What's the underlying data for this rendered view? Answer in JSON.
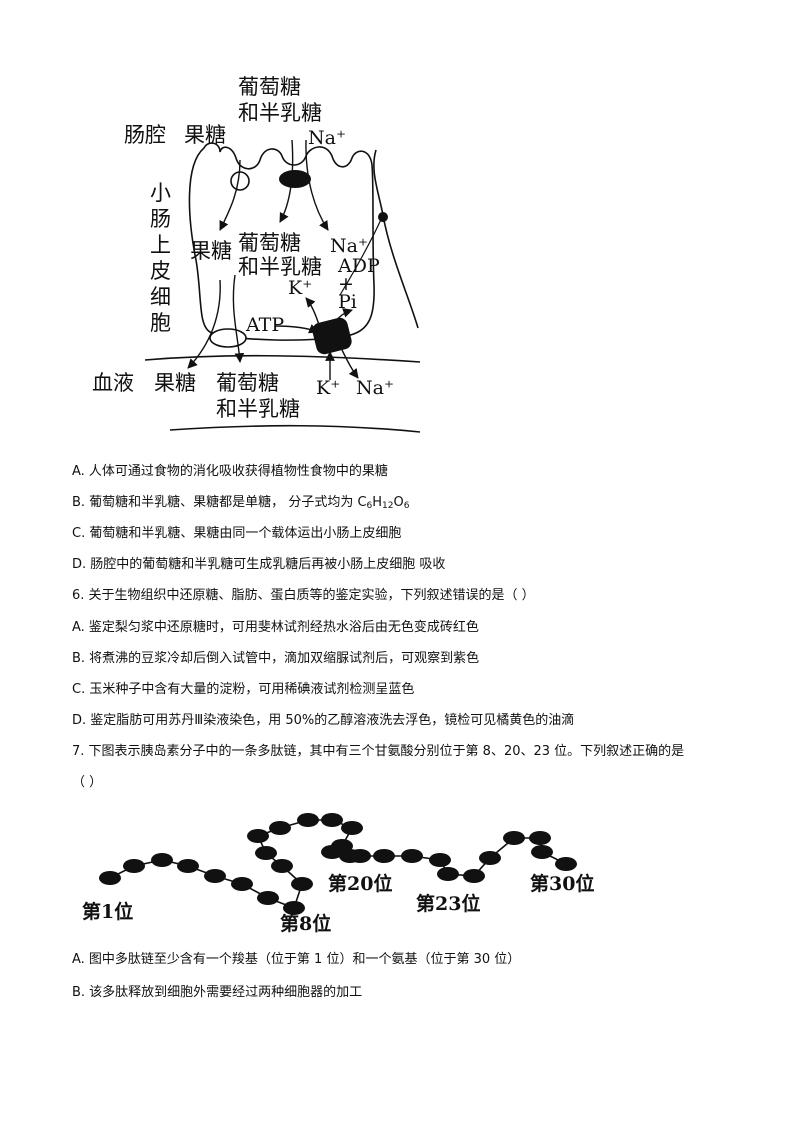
{
  "figure1": {
    "label_intestine": "肠腔",
    "label_fructose_top": "果糖",
    "label_gg_top_1": "葡萄糖",
    "label_gg_top_2": "和半乳糖",
    "label_na_top": "Na⁺",
    "label_cell": "小肠上皮细胞",
    "label_fructose_mid": "果糖",
    "label_gg_mid_1": "葡萄糖",
    "label_gg_mid_2": "和半乳糖",
    "label_na_mid": "Na⁺",
    "label_adp": "ADP",
    "label_plus": "+",
    "label_pi": "Pi",
    "label_k_mid": "K⁺",
    "label_atp": "ATP",
    "label_blood": "血液",
    "label_fructose_bottom": "果糖",
    "label_gg_bottom_1": "葡萄糖",
    "label_gg_bottom_2": "和半乳糖",
    "label_k_bottom": "K⁺",
    "label_na_bottom": "Na⁺"
  },
  "q5_options": {
    "a": "A.  人体可通过食物的消化吸收获得植物性食物中的果糖",
    "b_prefix": "B.  葡萄糖和半乳糖、果糖都是单糖， 分子式均为 ",
    "b_formula_c": "C",
    "b_formula_c_sub": "6",
    "b_formula_h": "H",
    "b_formula_h_sub": "12",
    "b_formula_o": "O",
    "b_formula_o_sub": "6",
    "c": "C.  葡萄糖和半乳糖、果糖由同一个载体运出小肠上皮细胞",
    "d": "D.  肠腔中的葡萄糖和半乳糖可生成乳糖后再被小肠上皮细胞 吸收"
  },
  "q6": {
    "stem": "6.  关于生物组织中还原糖、脂肪、蛋白质等的鉴定实验，下列叙述错误的是（      ）",
    "a": "A.  鉴定梨匀浆中还原糖时，可用斐林试剂经热水浴后由无色变成砖红色",
    "b": "B.  将煮沸的豆浆冷却后倒入试管中，滴加双缩脲试剂后，可观察到紫色",
    "c": "C.  玉米种子中含有大量的淀粉，可用稀碘液试剂检测呈蓝色",
    "d": "D.  鉴定脂肪可用苏丹Ⅲ染液染色，用 50%的乙醇溶液洗去浮色，镜检可见橘黄色的油滴"
  },
  "q7": {
    "stem_1": "7.  下图表示胰岛素分子中的一条多肽链，其中有三个甘氨酸分别位于第 8、20、23 位。下列叙述正确的是",
    "stem_2": "（      ）",
    "figure": {
      "label_1": "第1位",
      "label_8": "第8位",
      "label_20": "第20位",
      "label_23": "第23位",
      "label_30": "第30位"
    },
    "a": "A.  图中多肽链至少含有一个羧基（位于第 1 位）和一个氨基（位于第 30 位）",
    "b": "B.  该多肽释放到细胞外需要经过两种细胞器的加工"
  }
}
